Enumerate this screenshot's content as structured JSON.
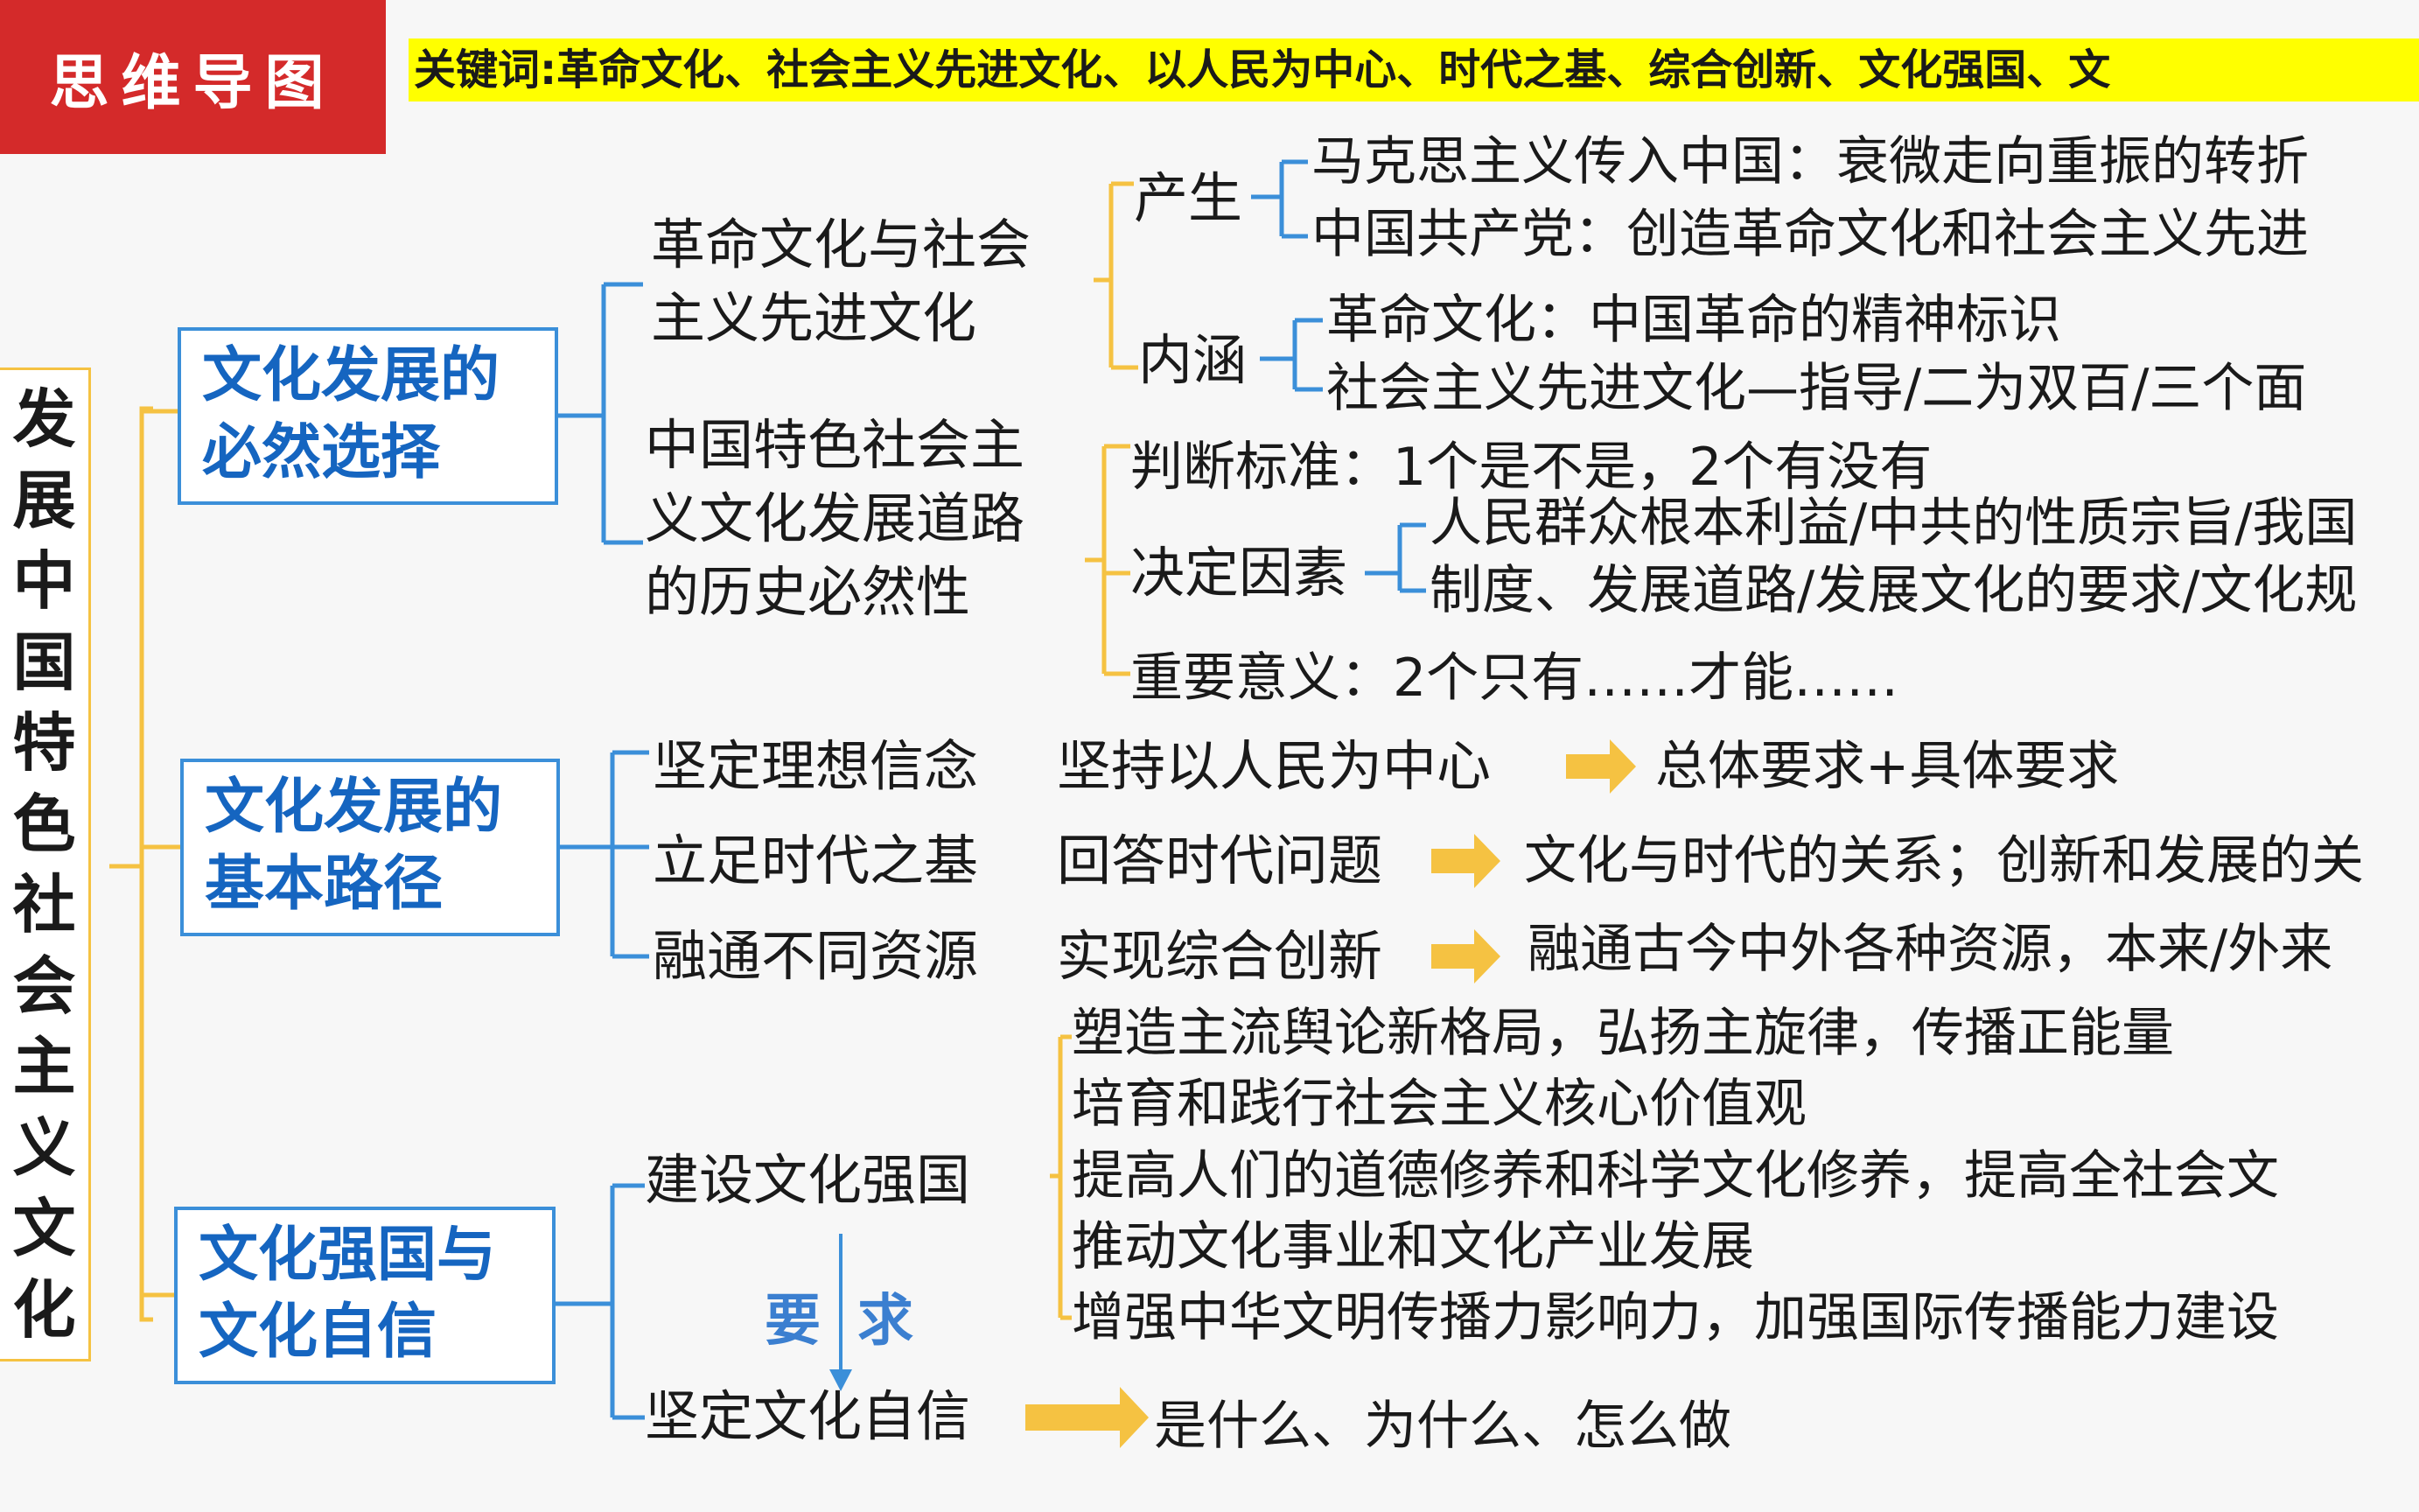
{
  "header": {
    "title": "思维导图",
    "keywords": "关键词:革命文化、社会主义先进文化、以人民为中心、时代之基、综合创新、文化强国、文"
  },
  "root": {
    "chars": [
      "发",
      "展",
      "中",
      "国",
      "特",
      "色",
      "社",
      "会",
      "主",
      "义",
      "文",
      "化"
    ]
  },
  "branch1": {
    "title": "文化发展的必然选择",
    "node1": {
      "label": [
        "革命文化与社会",
        "主义先进文化"
      ],
      "origin": {
        "label": "产生",
        "items": [
          "马克思主义传入中国：衰微走向重振的转折",
          "中国共产党：创造革命文化和社会主义先进"
        ]
      },
      "meaning": {
        "label": "内涵",
        "items": [
          "革命文化：中国革命的精神标识",
          "社会主义先进文化—指导/二为双百/三个面"
        ]
      }
    },
    "node2": {
      "label": [
        "中国特色社会主",
        "义文化发展道路",
        "的历史必然性"
      ],
      "criterion": "判断标准：1个是不是，2个有没有",
      "factors": {
        "label": "决定因素",
        "items": [
          "人民群众根本利益/中共的性质宗旨/我国",
          "制度、发展道路/发展文化的要求/文化规"
        ]
      },
      "significance": "重要意义：2个只有……才能……"
    }
  },
  "branch2": {
    "title": "文化发展的基本路径",
    "rows": [
      {
        "path": "坚定理想信念",
        "method": "坚持以人民为中心",
        "result": "总体要求+具体要求"
      },
      {
        "path": "立足时代之基",
        "method": "回答时代问题",
        "result": "文化与时代的关系；创新和发展的关"
      },
      {
        "path": "融通不同资源",
        "method": "实现综合创新",
        "result": "融通古今中外各种资源，本来/外来"
      }
    ]
  },
  "branch3": {
    "title": "文化强国与文化自信",
    "build": {
      "label": "建设文化强国",
      "items": [
        "塑造主流舆论新格局，弘扬主旋律，传播正能量",
        "培育和践行社会主义核心价值观",
        "提高人们的道德修养和科学文化修养，提高全社会文",
        "推动文化事业和文化产业发展",
        "增强中华文明传播力影响力，加强国际传播能力建设"
      ]
    },
    "relation": [
      "要",
      "求"
    ],
    "confidence": {
      "label": "坚定文化自信",
      "result": "是什么、为什么、怎么做"
    }
  },
  "colors": {
    "red": "#d42a2a",
    "yellow": "#ffff00",
    "blue": "#3b8fd9",
    "orange": "#f5c242"
  }
}
